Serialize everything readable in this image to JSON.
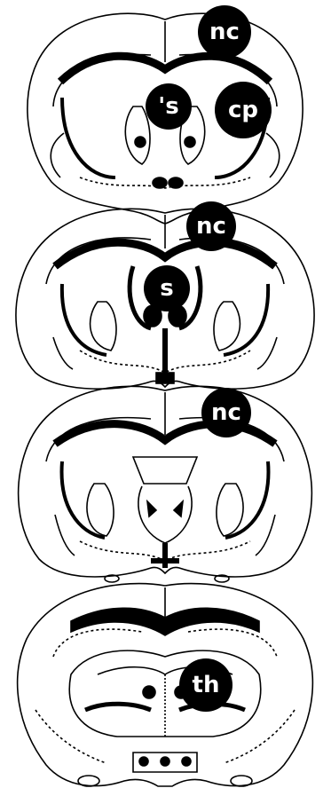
{
  "figure": {
    "colors": {
      "ink": "#000000",
      "paper": "#ffffff"
    },
    "sections": [
      {
        "id": "section-1",
        "labels": {
          "nc": "nc",
          "s": "'s",
          "cp": "cp"
        }
      },
      {
        "id": "section-2",
        "labels": {
          "nc": "nc",
          "s": "s"
        }
      },
      {
        "id": "section-3",
        "labels": {
          "nc": "nc"
        }
      },
      {
        "id": "section-4",
        "labels": {
          "th": "th"
        }
      }
    ]
  }
}
